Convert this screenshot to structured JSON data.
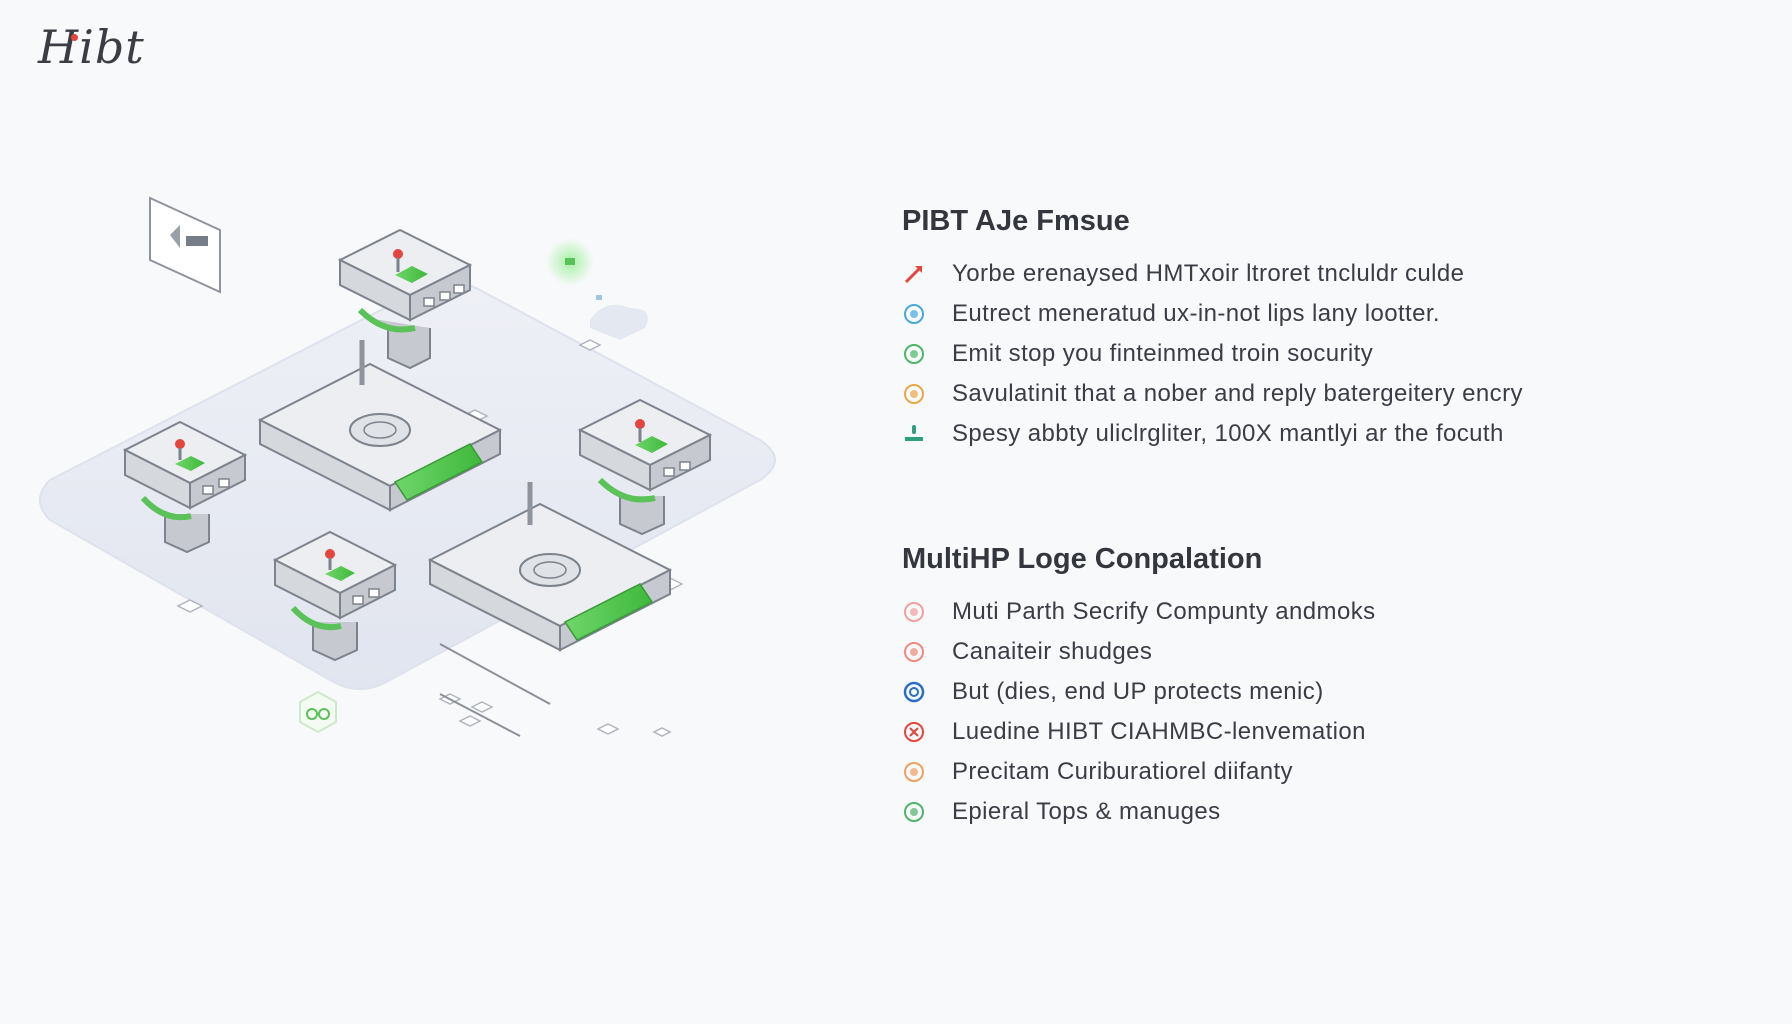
{
  "logo": {
    "text": "Hibt"
  },
  "section1": {
    "title": "PIBT AJe Fmsue",
    "items": [
      {
        "icon": "red-arrow-icon",
        "color": "#e2463c",
        "text": "Yorbe erenaysed HMTxoir ltroret tncluldr culde"
      },
      {
        "icon": "blue-circle-icon",
        "color": "#4aa8d8",
        "text": "Eutrect meneratud ux-in-not lips lany lootter."
      },
      {
        "icon": "green-circle-icon",
        "color": "#4fb56a",
        "text": "Emit stop you finteinmed troin socurity"
      },
      {
        "icon": "orange-circle-icon",
        "color": "#e8a84a",
        "text": "Savulatinit that a nober and reply batergeitery encry"
      },
      {
        "icon": "teal-person-icon",
        "color": "#2f9e7e",
        "text": "Spesy abbty uliclrgliter, 100X mantlyi ar the focuth"
      }
    ]
  },
  "section2": {
    "title": "MultiHP Loge Conpalation",
    "items": [
      {
        "icon": "pink-circle-icon",
        "color": "#f2a0a0",
        "text": "Muti Parth Secrify Compunty andmoks"
      },
      {
        "icon": "salmon-circle-icon",
        "color": "#ee8a80",
        "text": "Canaiteir shudges"
      },
      {
        "icon": "blue-swirl-icon",
        "color": "#2a6fc4",
        "text": "But (dies, end UP protects menic)"
      },
      {
        "icon": "red-x-icon",
        "color": "#e2463c",
        "text": "Luedine HIBT CIAHMBC-lenvemation"
      },
      {
        "icon": "orange-badge-icon",
        "color": "#f0a060",
        "text": "Precitam Curiburatiorel diifanty"
      },
      {
        "icon": "green-swirl-icon",
        "color": "#4fb56a",
        "text": "Epieral Tops & manuges"
      }
    ]
  }
}
